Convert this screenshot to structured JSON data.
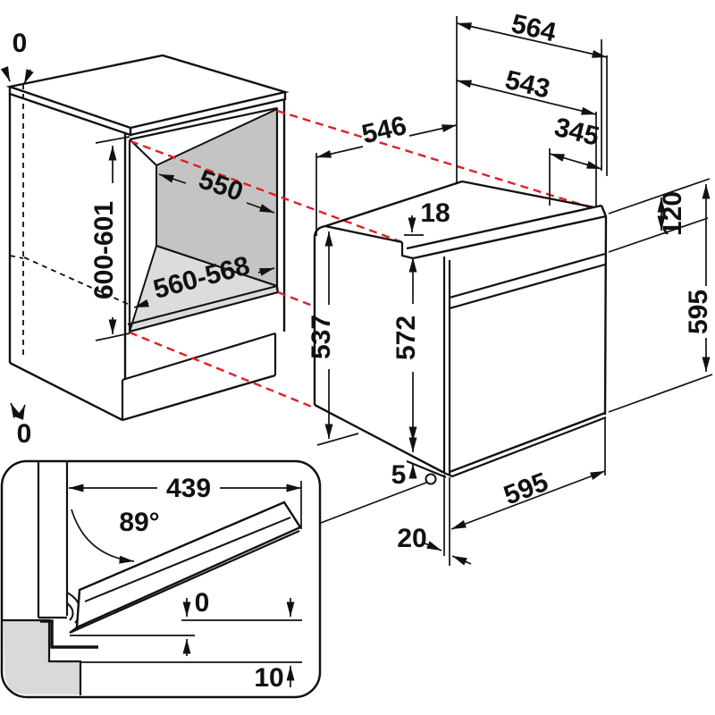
{
  "diagram": {
    "type": "appliance-installation-drawing",
    "colors": {
      "line": "#111111",
      "projection_red": "#e31e24",
      "niche_back_gray": "#c4c4c4",
      "niche_floor_gray": "#dcdcdc",
      "inset_gray": "#d9d9d9",
      "background": "#ffffff"
    },
    "cabinet": {
      "gap_top": "0",
      "niche_height": "600-601",
      "niche_width": "550",
      "niche_width_bottom": "560-568",
      "gap_bottom": "0"
    },
    "oven": {
      "width_max": "564",
      "width_body": "543",
      "depth": "546",
      "depth_rear": "345",
      "top_recess": "18",
      "panel_height": "120",
      "height_right": "595",
      "height_side": "537",
      "front_height": "572",
      "bottom_gap": "5",
      "front_width": "595",
      "front_offset": "20"
    },
    "door_inset": {
      "door_length": "439",
      "open_angle": "89°",
      "door_gap": "0",
      "floor_clearance": "10"
    }
  }
}
